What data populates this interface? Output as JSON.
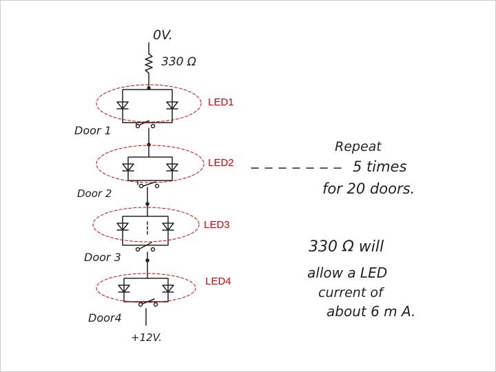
{
  "supply_top": "0V.",
  "resistor_label": "330 Ω",
  "supply_bottom": "+12V.",
  "leds": [
    "LED1",
    "LED2",
    "LED3",
    "LED4"
  ],
  "doors": [
    "Door 1",
    "Door 2",
    "Door 3",
    "Door4"
  ],
  "note_repeat": [
    "Repeat",
    "5 times",
    "for 20 doors."
  ],
  "note_current": [
    "330 Ω will",
    "allow a LED",
    "current of",
    "about 6 m A."
  ],
  "colors": {
    "ink": "#222222",
    "annotation": "#e00000"
  }
}
